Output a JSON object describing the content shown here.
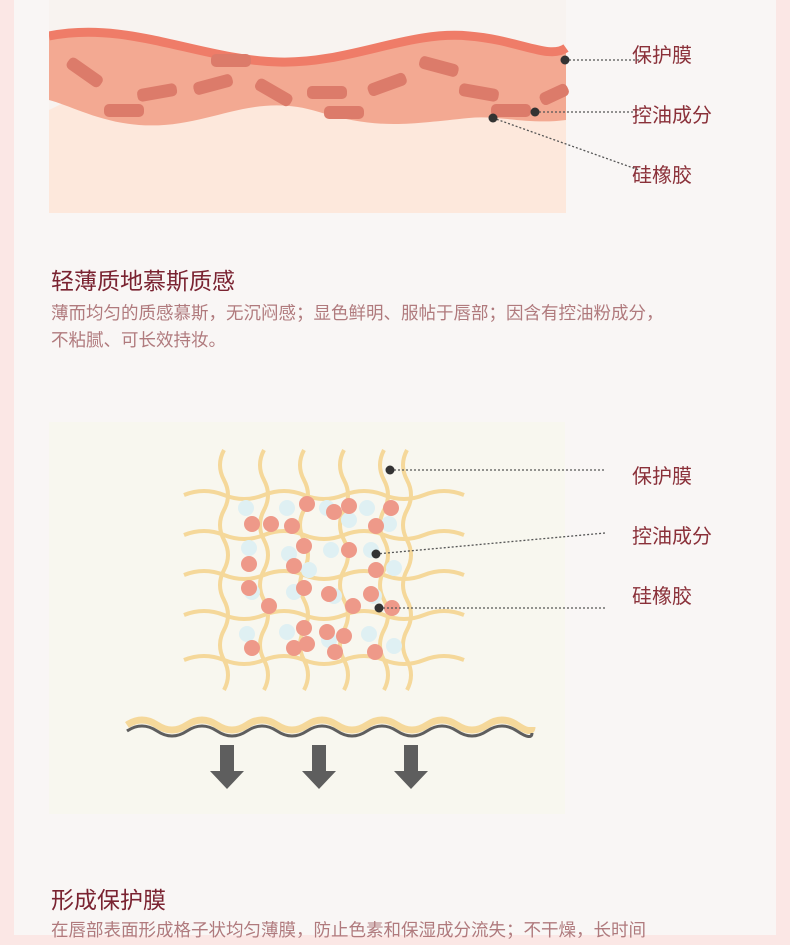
{
  "section1": {
    "labels": [
      "保护膜",
      "控油成分",
      "硅橡胶"
    ],
    "title": "轻薄质地慕斯质感",
    "desc_line1": "薄而均匀的质感慕斯，无沉闷感；显色鲜明、服帖于唇部；因含有控油粉成分，",
    "desc_line2": "不粘腻、可长效持妆。"
  },
  "section2": {
    "labels": [
      "保护膜",
      "控油成分",
      "硅橡胶"
    ],
    "title": "形成保护膜",
    "desc_line1": "在唇部表面形成格子状均匀薄膜，防止色素和保湿成分流失；不干燥，长时间"
  },
  "colors": {
    "label": "#8a3039",
    "title": "#7a2331",
    "desc": "#b07a7d",
    "film_top": "#ef7c68",
    "film_body": "#f3a992",
    "particle": "#dc7b6a",
    "mesh": "#f5d89a",
    "pink_dot": "#ee9989",
    "blue_dot": "#dff0f3",
    "arrow": "#5e5e5e"
  }
}
